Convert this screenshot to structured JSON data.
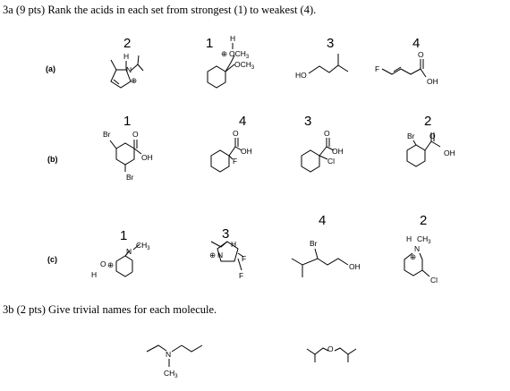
{
  "q3a": "3a (9 pts) Rank the acids in each set from strongest (1) to weakest (4).",
  "q3b": "3b (2 pts) Give trivial names for each molecule.",
  "rows": [
    {
      "label": "(a)",
      "ranks": [
        "2",
        "1",
        "3",
        "4"
      ]
    },
    {
      "label": "(b)",
      "ranks": [
        "1",
        "4",
        "3",
        "2"
      ]
    },
    {
      "label": "(c)",
      "ranks": [
        "1",
        "3",
        "4",
        "2"
      ]
    }
  ],
  "atoms": {
    "H": "H",
    "N": "N",
    "plus": "⊕",
    "OCH3": "OCH",
    "sub3": "3",
    "HO": "HO",
    "OH": "OH",
    "O": "O",
    "F": "F",
    "Br": "Br",
    "Cl": "Cl",
    "CH3": "CH",
    "OCH3b": "OCH",
    "NH": "N"
  },
  "icons": {
    "positive-charge": "⊕"
  }
}
